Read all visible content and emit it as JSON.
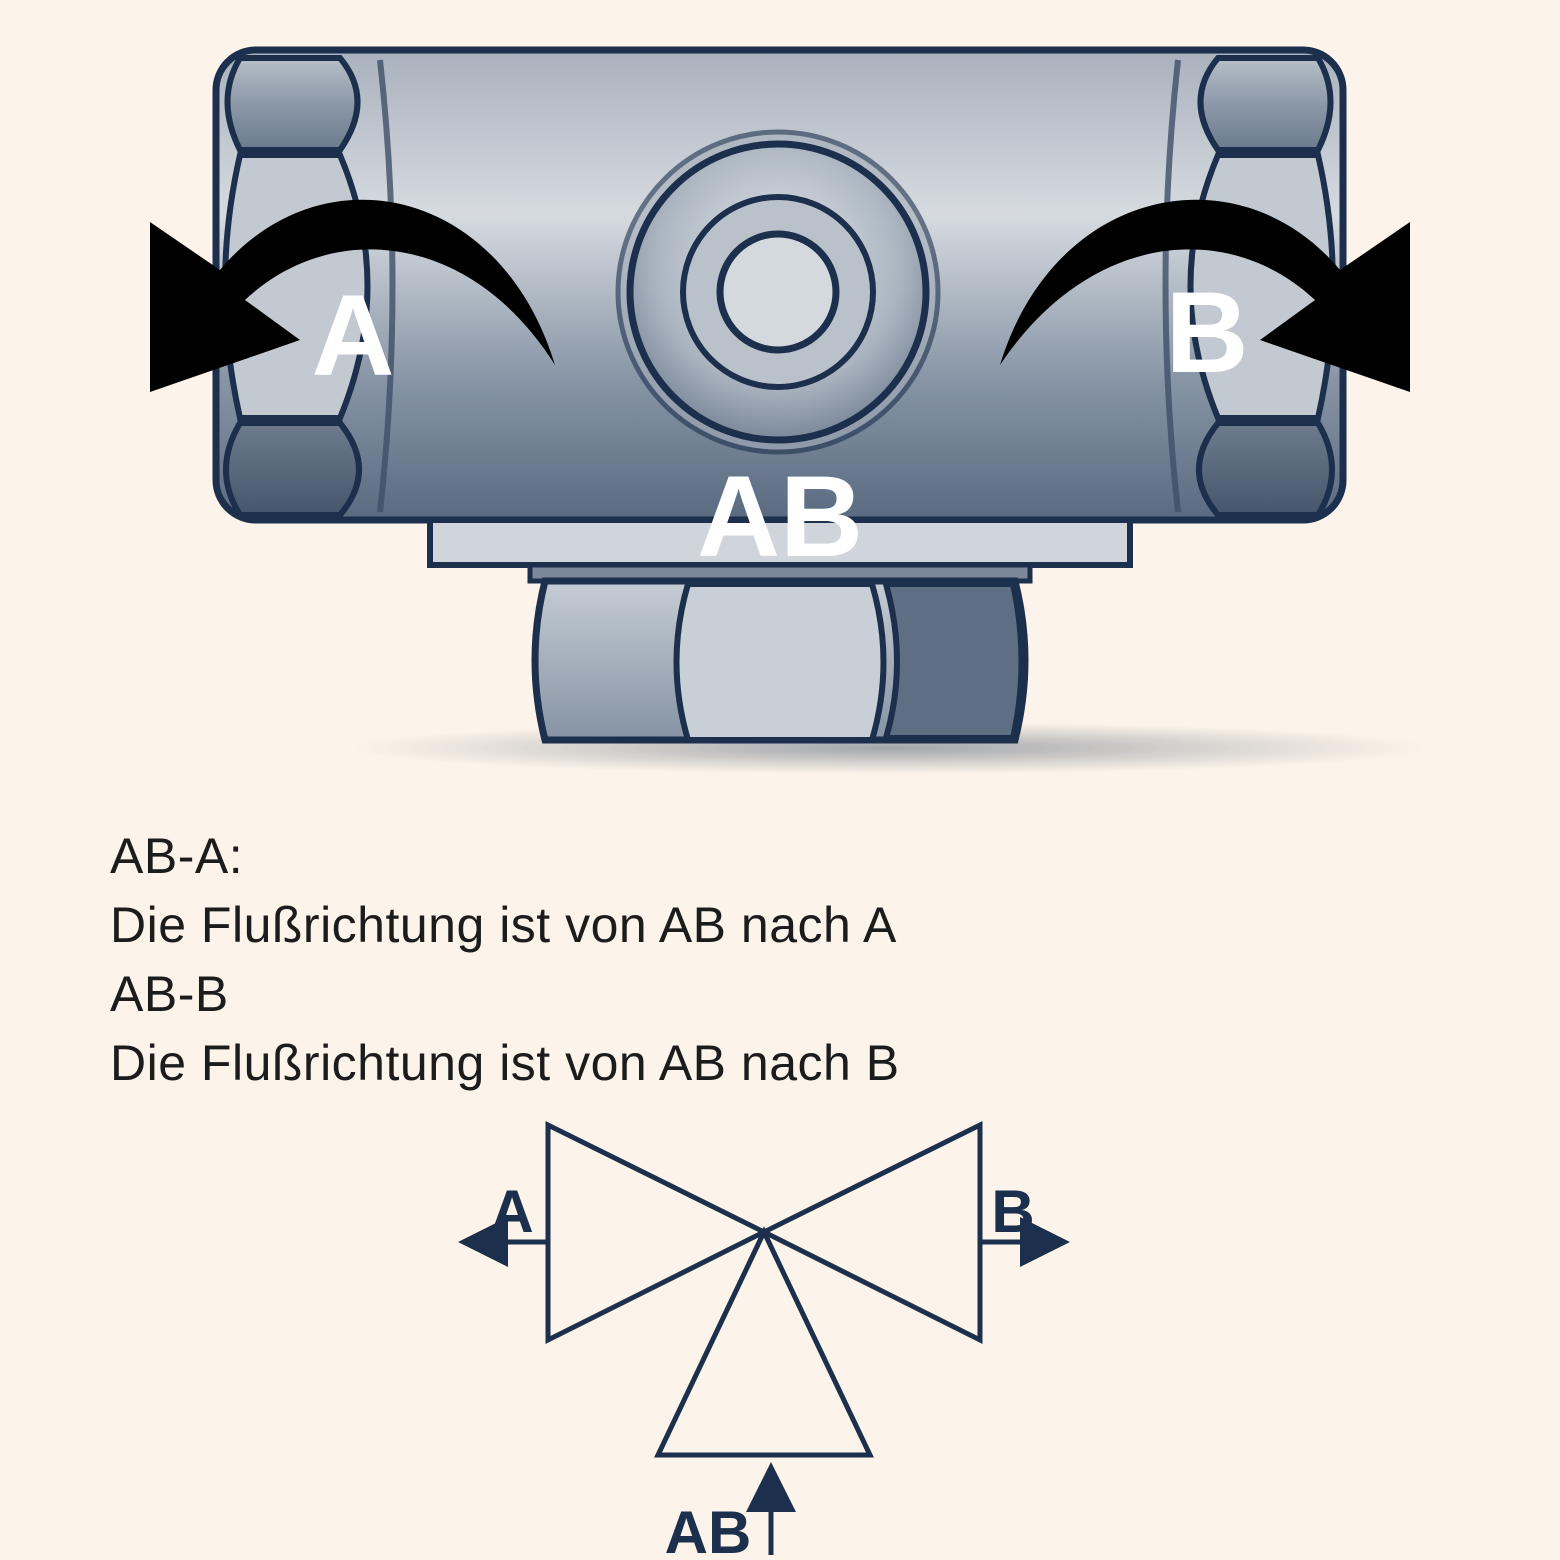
{
  "illustration": {
    "port_a_label": "A",
    "port_b_label": "B",
    "port_ab_label": "AB"
  },
  "description": {
    "lines": [
      "AB-A:",
      "Die Flußrichtung ist von AB nach A",
      "AB-B",
      "Die Flußrichtung ist von AB nach B"
    ]
  },
  "symbol": {
    "port_a_label": "A",
    "port_b_label": "B",
    "port_ab_label": "AB"
  },
  "colors": {
    "background": "#fcf4ea",
    "outline": "#1c2f4c",
    "metal_light": "#d3d8de",
    "metal_dark": "#56677e",
    "arrow": "#000000"
  }
}
